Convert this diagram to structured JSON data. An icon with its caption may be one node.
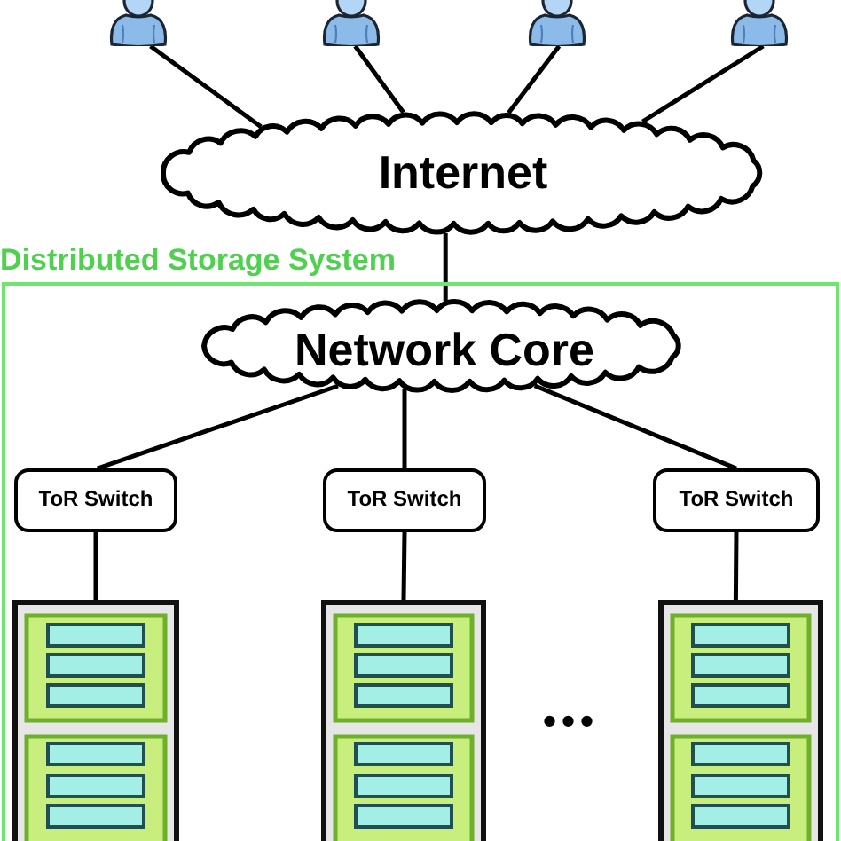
{
  "diagram": {
    "nodes": [
      {
        "text": [],
        "shape": "person"
      },
      {
        "text": [],
        "shape": "person"
      },
      {
        "text": [],
        "shape": "person"
      },
      {
        "text": [],
        "shape": "person"
      },
      {
        "text": [
          "Internet"
        ]
      },
      {
        "text": [
          "Distributed Storage System"
        ]
      },
      {
        "text": [
          "Network Core"
        ],
        "in": 5
      },
      {
        "text": [
          "ToR Switch"
        ],
        "in": 5
      },
      {
        "text": [
          "ToR Switch"
        ],
        "in": 5
      },
      {
        "text": [
          "ToR Switch"
        ],
        "in": 5
      },
      {
        "text": [],
        "shape": "rack",
        "in": 5
      },
      {
        "text": [],
        "shape": "rack",
        "in": 5
      },
      {
        "text": [],
        "shape": "rack",
        "in": 5
      }
    ],
    "edges": [
      {
        "from": 0,
        "to": 4,
        "arrow": "none"
      },
      {
        "from": 1,
        "to": 4,
        "arrow": "none"
      },
      {
        "from": 2,
        "to": 4,
        "arrow": "none"
      },
      {
        "from": 3,
        "to": 4,
        "arrow": "none"
      },
      {
        "from": 4,
        "to": 6,
        "arrow": "none"
      },
      {
        "from": 6,
        "to": 7,
        "arrow": "none"
      },
      {
        "from": 6,
        "to": 8,
        "arrow": "none"
      },
      {
        "from": 6,
        "to": 9,
        "arrow": "none"
      },
      {
        "from": 7,
        "to": 10,
        "arrow": "none"
      },
      {
        "from": 8,
        "to": 11,
        "arrow": "none"
      },
      {
        "from": 9,
        "to": 12,
        "arrow": "none"
      }
    ],
    "labels": [
      "..."
    ]
  }
}
